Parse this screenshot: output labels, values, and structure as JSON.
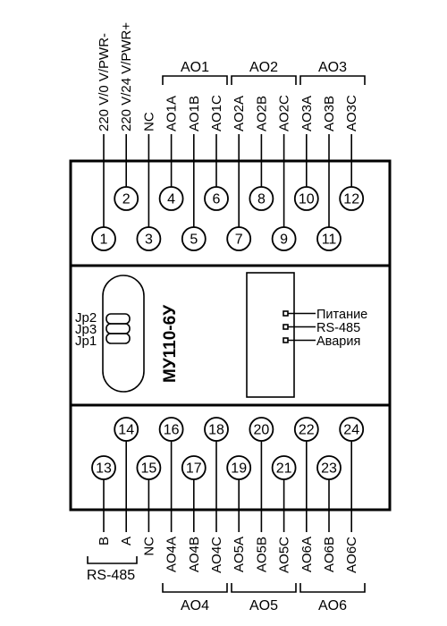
{
  "model": "МУ110-6У",
  "top_labels": [
    "220 V/0 V/PWR-",
    "220 V/24 V/PWR+",
    "NC",
    "AO1A",
    "AO1B",
    "AO1C",
    "AO2A",
    "AO2B",
    "AO2C",
    "AO3A",
    "AO3B",
    "AO3C"
  ],
  "top_groups": [
    "AO1",
    "AO2",
    "AO3"
  ],
  "bottom_labels": [
    "B",
    "A",
    "NC",
    "AO4A",
    "AO4B",
    "AO4C",
    "AO5A",
    "AO5B",
    "AO5C",
    "AO6A",
    "AO6B",
    "AO6C"
  ],
  "bottom_groups": [
    "AO4",
    "AO5",
    "AO6"
  ],
  "rs485_label": "RS-485",
  "top_terminals": [
    "1",
    "2",
    "3",
    "4",
    "5",
    "6",
    "7",
    "8",
    "9",
    "10",
    "11",
    "12"
  ],
  "bottom_terminals": [
    "13",
    "14",
    "15",
    "16",
    "17",
    "18",
    "19",
    "20",
    "21",
    "22",
    "23",
    "24"
  ],
  "jumpers": [
    "Jp2",
    "Jp3",
    "Jp1"
  ],
  "leds": [
    "Питание",
    "RS-485",
    "Авария"
  ]
}
